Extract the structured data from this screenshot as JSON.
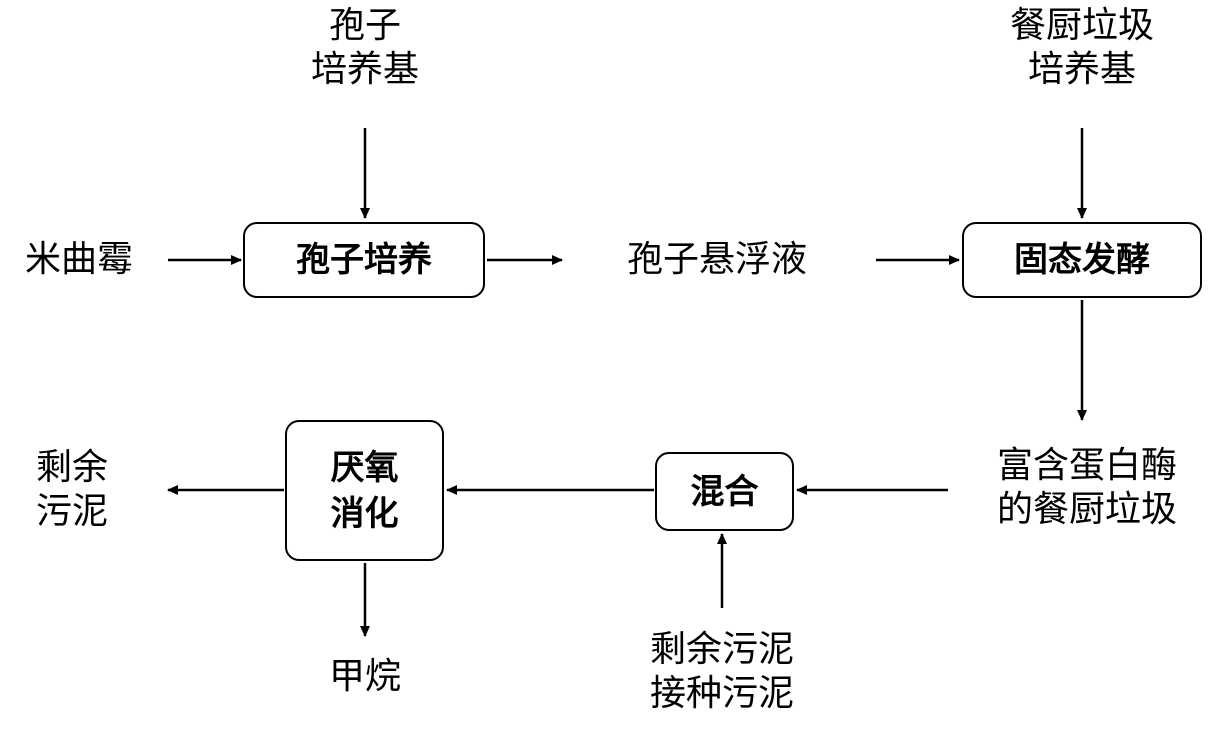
{
  "inputs": {
    "spore_medium": [
      "孢子",
      "培养基"
    ],
    "waste_medium": [
      "餐厨垃圾",
      "培养基"
    ],
    "aspergillus": "米曲霉",
    "sludge_inputs": [
      "剩余污泥",
      "接种污泥"
    ]
  },
  "process": {
    "spore_culture": "孢子培养",
    "solid_fermentation": "固态发酵",
    "mixing": "混合",
    "anaerobic_digestion": [
      "厌氧",
      "消化"
    ]
  },
  "intermediates": {
    "spore_suspension": "孢子悬浮液",
    "enzyme_rich_waste": [
      "富含蛋白酶",
      "的餐厨垃圾"
    ]
  },
  "outputs": {
    "residual_sludge": [
      "剩余",
      "污泥"
    ],
    "methane": "甲烷"
  }
}
